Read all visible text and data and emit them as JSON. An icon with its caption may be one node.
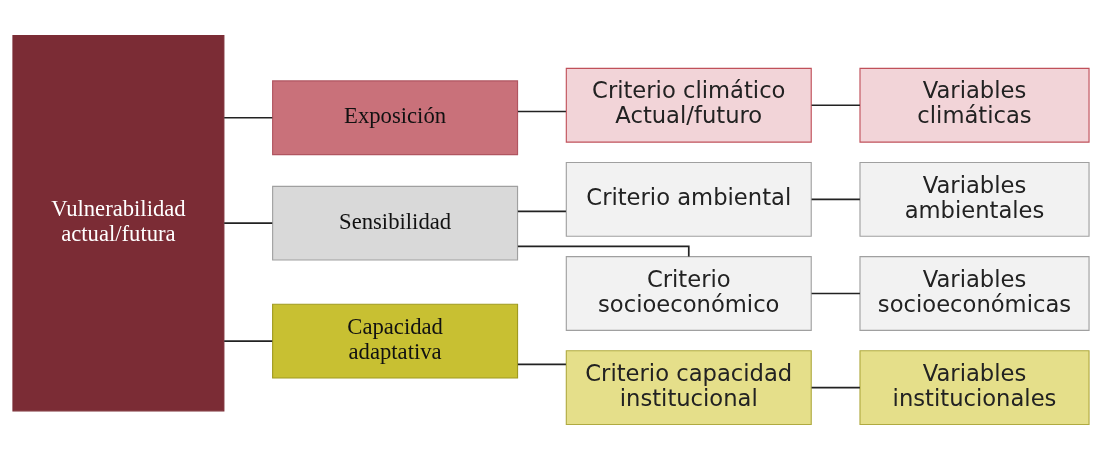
{
  "diagram": {
    "nodes": [
      {
        "text": [
          "Vulnerabilidad actual/futura"
        ]
      },
      {
        "text": [
          "Exposición"
        ]
      },
      {
        "text": [
          "Sensibilidad"
        ]
      },
      {
        "text": [
          "Capacidad adaptativa"
        ]
      },
      {
        "text": [
          "Criterio climático Actual/futuro"
        ]
      },
      {
        "text": [
          "Variables climáticas"
        ]
      },
      {
        "text": [
          "Criterio ambiental"
        ]
      },
      {
        "text": [
          "Variables ambientales"
        ]
      },
      {
        "text": [
          "Criterio socioeconómico"
        ]
      },
      {
        "text": [
          "Variables socioeconómicas"
        ]
      },
      {
        "text": [
          "Criterio capacidad institucional"
        ]
      },
      {
        "text": [
          "Variables institucionales"
        ]
      }
    ],
    "edges": [
      {
        "from": 0,
        "to": 1,
        "arrow": "none"
      },
      {
        "from": 0,
        "to": 2,
        "arrow": "none"
      },
      {
        "from": 0,
        "to": 3,
        "arrow": "none"
      },
      {
        "from": 1,
        "to": 4,
        "arrow": "none"
      },
      {
        "from": 4,
        "to": 5,
        "arrow": "none"
      },
      {
        "from": 2,
        "to": 6,
        "arrow": "none"
      },
      {
        "from": 6,
        "to": 7,
        "arrow": "none"
      },
      {
        "from": 2,
        "to": 8,
        "arrow": "none"
      },
      {
        "from": 8,
        "to": 9,
        "arrow": "none"
      },
      {
        "from": 3,
        "to": 10,
        "arrow": "none"
      },
      {
        "from": 10,
        "to": 11,
        "arrow": "none"
      }
    ]
  }
}
